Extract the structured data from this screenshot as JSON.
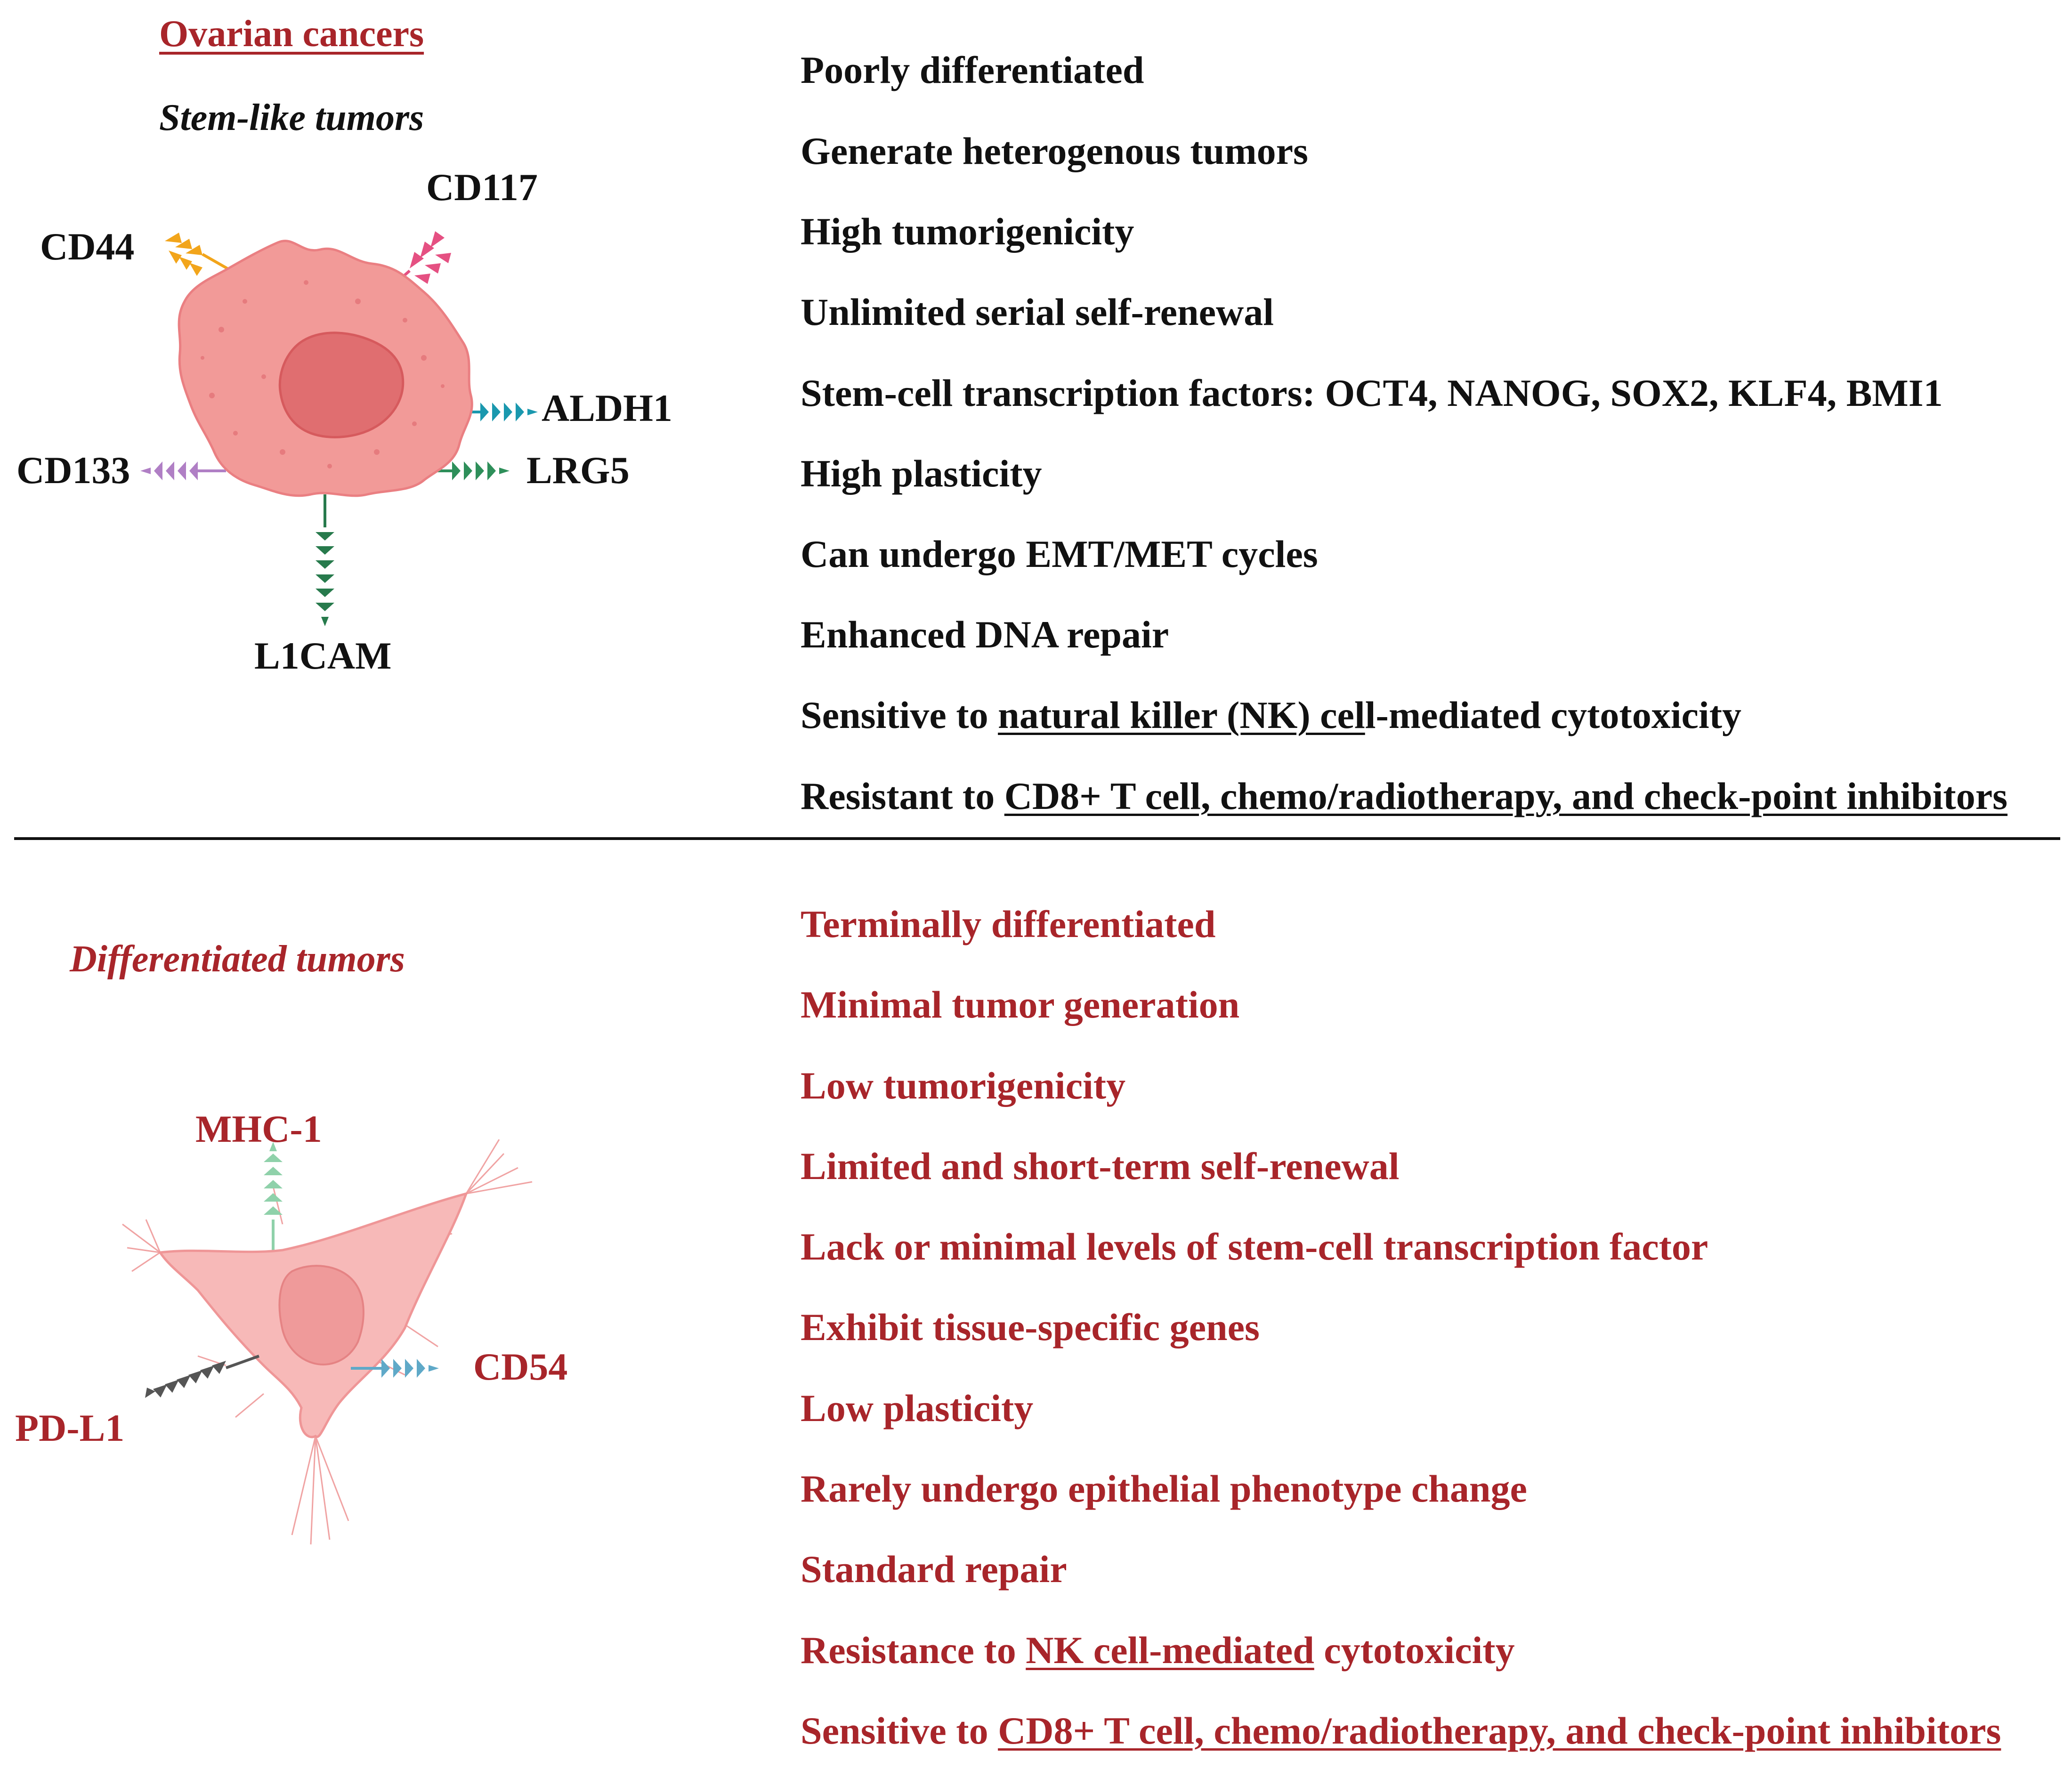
{
  "figure": {
    "title": "Ovarian cancers",
    "stem": {
      "heading": "Stem-like tumors",
      "markers": [
        "CD44",
        "CD117",
        "ALDH1",
        "CD133",
        "LRG5",
        "L1CAM"
      ],
      "items": [
        {
          "text": "Poorly differentiated"
        },
        {
          "text": "Generate heterogenous tumors"
        },
        {
          "text": "High tumorigenicity"
        },
        {
          "text": "Unlimited serial self-renewal"
        },
        {
          "text": "Stem-cell transcription factors: OCT4, NANOG, SOX2, KLF4, BMI1"
        },
        {
          "text": "High plasticity"
        },
        {
          "text": "Can undergo EMT/MET cycles"
        },
        {
          "text": "Enhanced DNA repair"
        },
        {
          "pre": "Sensitive to ",
          "u": "natural killer (NK) cel",
          "post": "l-mediated cytotoxicity"
        },
        {
          "pre": "Resistant to ",
          "u": "CD8+ T cell, chemo/radiotherapy, and check-point inhibitors",
          "post": ""
        }
      ]
    },
    "differentiated": {
      "heading": "Differentiated tumors",
      "markers": [
        "MHC-1",
        "CD54",
        "PD-L1"
      ],
      "items": [
        {
          "text": "Terminally differentiated"
        },
        {
          "text": "Minimal tumor generation"
        },
        {
          "text": "Low tumorigenicity"
        },
        {
          "text": "Limited and short-term self-renewal"
        },
        {
          "text": "Lack or minimal levels of stem-cell transcription factor"
        },
        {
          "text": "Exhibit tissue-specific genes"
        },
        {
          "text": "Low plasticity"
        },
        {
          "text": "Rarely undergo epithelial phenotype change"
        },
        {
          "text": "Standard repair"
        },
        {
          "pre": "Resistance to ",
          "u": "NK cell-mediated",
          "post": " cytotoxicity"
        },
        {
          "pre": "Sensitive to ",
          "u": "CD8+ T cell, chemo/radiotherapy, and check-point inhibitors",
          "post": ""
        }
      ]
    },
    "colors": {
      "text_dark": "#111111",
      "text_red": "#a8252a",
      "stem_cell_fill": "#f29a98",
      "stem_nucleus_fill": "#e06e70",
      "diff_cell_fill": "#f7b9b8",
      "diff_nucleus_fill": "#ef9a9a",
      "cd44": "#f2a51b",
      "cd117": "#e55082",
      "aldh1": "#1a98ae",
      "cd133": "#b07fc5",
      "lrg5": "#2e8f5a",
      "l1cam": "#277a4c",
      "mhc1": "#8fd1aa",
      "cd54": "#5fa9c8",
      "pdl1": "#555555"
    }
  }
}
